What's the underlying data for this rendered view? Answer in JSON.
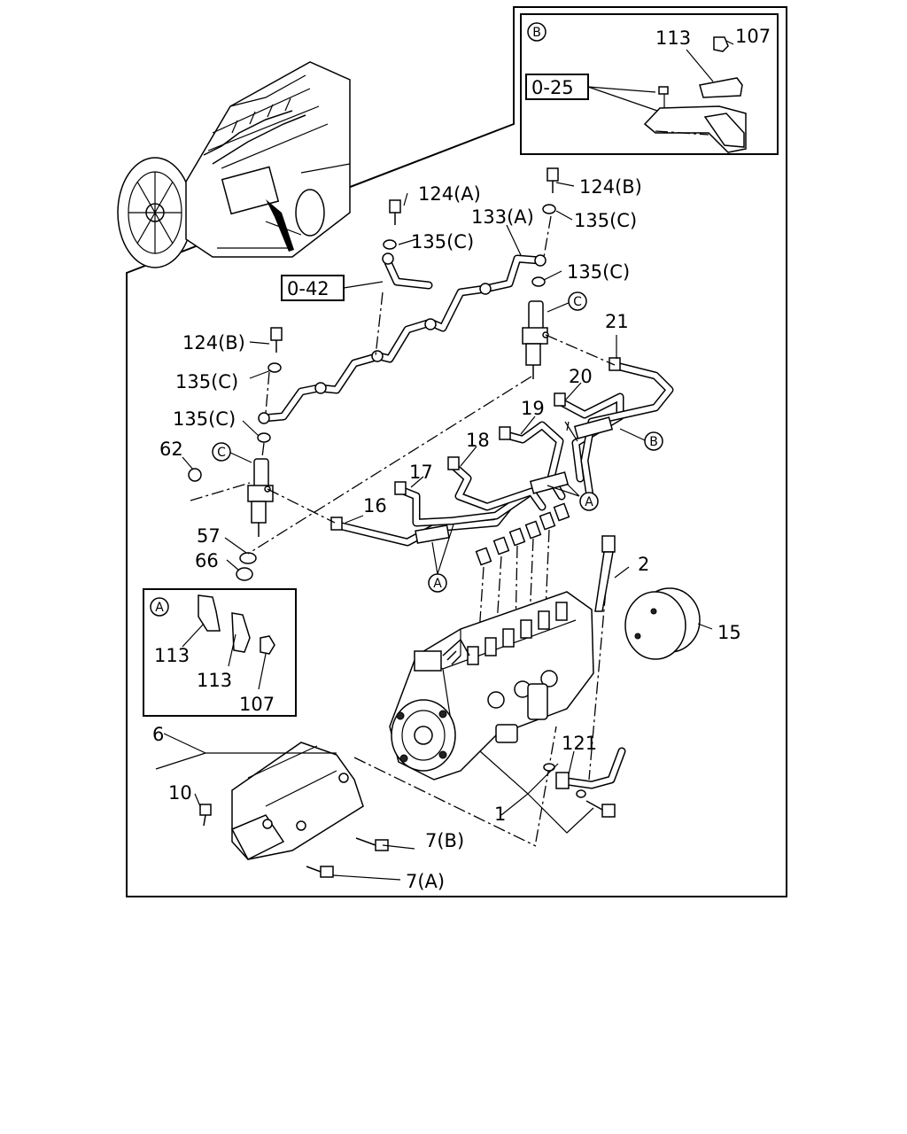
{
  "detail_b": {
    "marker": "B",
    "labels": {
      "p113": "113",
      "p107": "107",
      "ref": "0-25"
    }
  },
  "detail_a": {
    "marker": "A",
    "labels": {
      "p113a": "113",
      "p113b": "113",
      "p107": "107"
    }
  },
  "ref_box": "0-42",
  "callouts": {
    "p124a": "124(A)",
    "p124b_top": "124(B)",
    "p133a": "133(A)",
    "p135c_1": "135(C)",
    "p135c_2": "135(C)",
    "p135c_3": "135(C)",
    "p135c_4": "135(C)",
    "p135c_5": "135(C)",
    "p124b_left": "124(B)",
    "p62": "62",
    "p57": "57",
    "p66": "66",
    "p21": "21",
    "p20": "20",
    "p19": "19",
    "p18": "18",
    "p17": "17",
    "p16": "16",
    "p2": "2",
    "p15": "15",
    "p6": "6",
    "p10": "10",
    "p121": "121",
    "p1": "1",
    "p7b": "7(B)",
    "p7a": "7(A)"
  },
  "markers": {
    "c_upper": "C",
    "c_left": "C",
    "b_clip": "B",
    "a_right": "A",
    "a_lower": "A"
  }
}
